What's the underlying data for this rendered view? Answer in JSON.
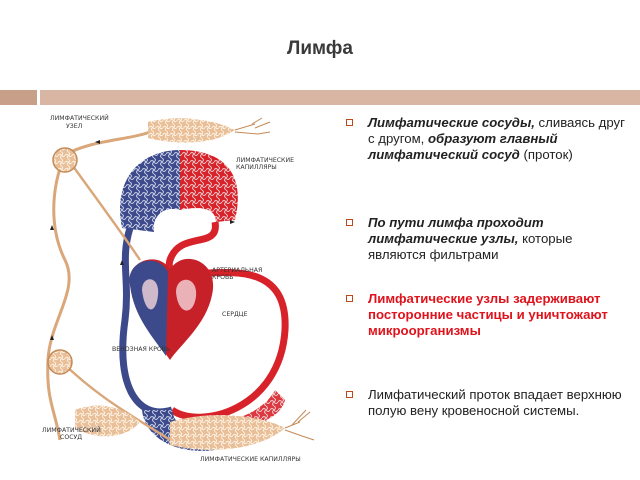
{
  "slide": {
    "title": "Лимфа"
  },
  "diagram": {
    "labels": {
      "lymph_node": [
        "ЛИМФАТИЧЕСКИЙ",
        "УЗЕЛ"
      ],
      "lymph_capillaries_top": [
        "ЛИМФАТИЧЕСКИЕ",
        "КАПИЛЛЯРЫ"
      ],
      "arterial_blood": [
        "АРТЕРИАЛЬНАЯ",
        "КРОВЬ"
      ],
      "heart": "СЕРДЦЕ",
      "venous_blood": "ВЕНОЗНАЯ КРОВЬ",
      "lymph_vessel": [
        "ЛИМФАТИЧЕСКИЙ",
        "СОСУД"
      ],
      "lymph_capillaries_bottom": "ЛИМФАТИЧЕСКИЕ КАПИЛЛЯРЫ"
    }
  },
  "bullets": [
    {
      "emph": "Лимфатические сосуды,",
      "text1": " сливаясь друг с другом, ",
      "emph2": "образуют главный лимфатический сосуд",
      "text2": " (проток)"
    },
    {
      "emph": "По пути лимфа проходит лимфатические узлы,",
      "text1": " которые являются фильтрами"
    },
    {
      "red": "Лимфатические узлы задерживают посторонние частицы и уничтожают микроорганизмы"
    },
    {
      "text1": "Лимфатический проток впадает верхнюю полую вену кровеносной системы."
    }
  ],
  "colors": {
    "arterial": "#d8222a",
    "venous": "#3c4a8c",
    "lymph": "#d9a77a",
    "marker": "#b84b1e"
  }
}
